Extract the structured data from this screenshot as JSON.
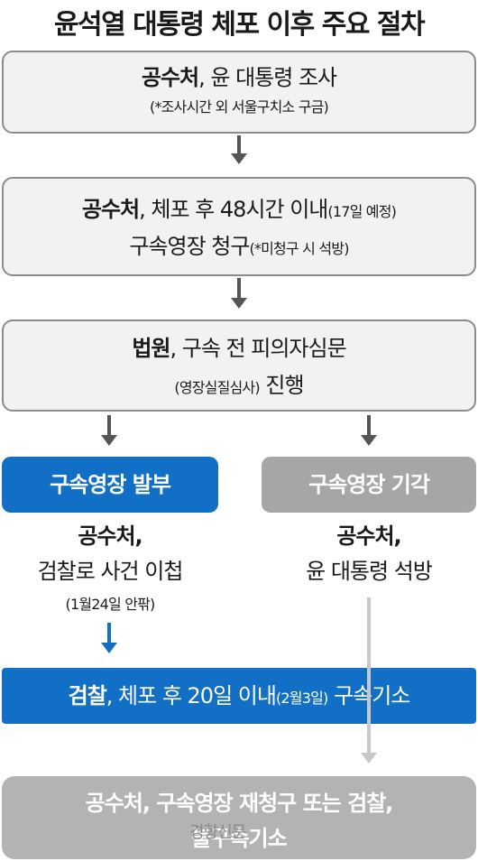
{
  "title": "윤석열 대통령 체포 이후 주요 절차",
  "step1": {
    "bold": "공수처",
    "rest": ", 윤 대통령 조사",
    "note": "(*조사시간 외 서울구치소 구금)"
  },
  "step2": {
    "bold": "공수처",
    "rest": ", 체포 후 48시간 이내",
    "note_inline": "(17일 예정)",
    "line2": "구속영장 청구",
    "note2": "(*미청구 시 석방)"
  },
  "step3": {
    "bold": "법원",
    "rest": ", 구속 전 피의자심문",
    "note": "(영장실질심사)",
    "tail": " 진행"
  },
  "left_branch": {
    "label": "구속영장 발부",
    "line1": "공수처,",
    "line2": "검찰로 사건 이첩",
    "note": "(1월24일 안팎)"
  },
  "right_branch": {
    "label": "구속영장 기각",
    "line1": "공수처,",
    "line2": "윤 대통령 석방"
  },
  "indictment": {
    "bold": "검찰",
    "rest": ", 체포 후 20일 이내",
    "note": "(2월3일)",
    "tail": " 구속기소"
  },
  "final": {
    "line1": "공수처, 구속영장 재청구 또는 검찰,",
    "line2": "불구속기소"
  },
  "watermark": "경향신문",
  "colors": {
    "blue": "#1170c6",
    "gray_label": "#a6a6a6",
    "final_box": "#b3b3b3",
    "arrow_dark": "#555555",
    "arrow_light": "#c8c8c8",
    "box_fill": "#f2f2f2",
    "box_border": "#8c8c8c"
  }
}
